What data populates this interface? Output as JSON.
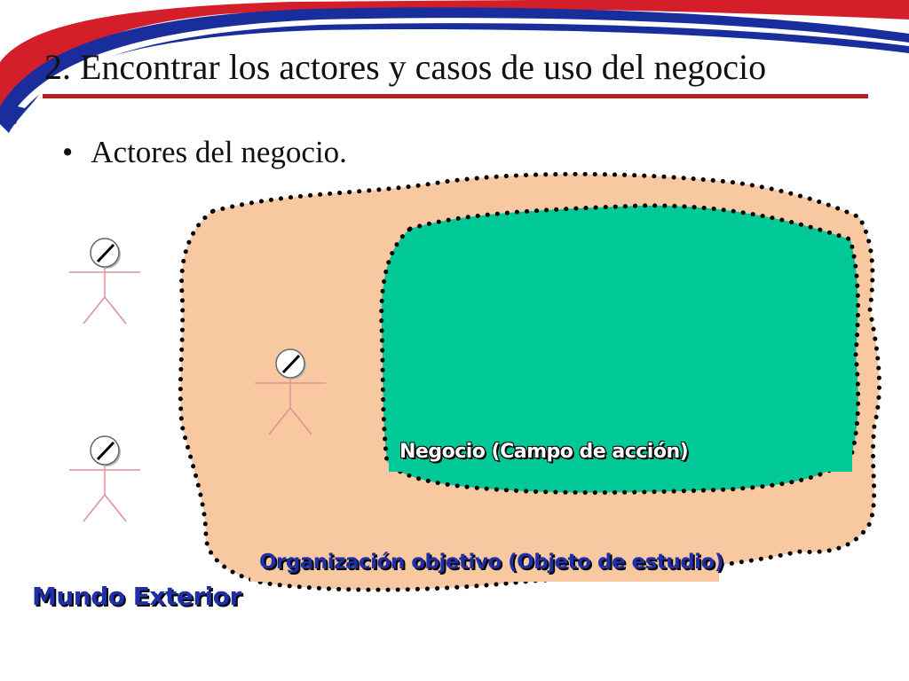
{
  "slide": {
    "title": "2. Encontrar los actores y casos de uso del negocio",
    "bullet": "Actores del negocio."
  },
  "diagram": {
    "business_label": "Negocio (Campo de acción)",
    "organization_label": "Organización objetivo (Objeto de estudio)",
    "exterior_label": "Mundo Exterior",
    "actor_count": 3
  },
  "colors": {
    "title_rule": "#b81e24",
    "banner_red": "#d41f2a",
    "banner_blue": "#1a2d9c",
    "organization_fill": "#f8c8a0",
    "business_fill": "#00c896",
    "label_blue": "#1f2fa8",
    "actor_stroke": "#e0909a"
  }
}
